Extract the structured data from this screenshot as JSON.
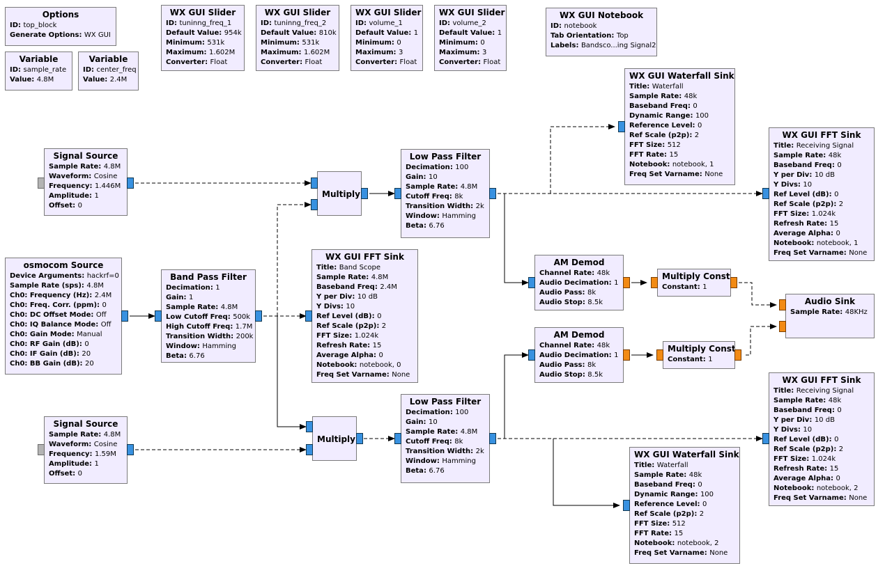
{
  "colors": {
    "block_fill": "#f1ecff",
    "block_border": "#7a7a7a",
    "port_complex": "#3891e0",
    "port_float": "#f28a14",
    "port_message": "#b3b3b3",
    "wire": "#000000"
  },
  "blocks": {
    "options": {
      "title": "Options",
      "params": [
        {
          "k": "ID",
          "v": "top_block"
        },
        {
          "k": "Generate Options",
          "v": "WX GUI"
        }
      ]
    },
    "var_sample_rate": {
      "title": "Variable",
      "params": [
        {
          "k": "ID",
          "v": "sample_rate"
        },
        {
          "k": "Value",
          "v": "4.8M"
        }
      ]
    },
    "var_center_freq": {
      "title": "Variable",
      "params": [
        {
          "k": "ID",
          "v": "center_freq"
        },
        {
          "k": "Value",
          "v": "2.4M"
        }
      ]
    },
    "slider_tuning1": {
      "title": "WX GUI Slider",
      "params": [
        {
          "k": "ID",
          "v": "tuninng_freq_1"
        },
        {
          "k": "Default Value",
          "v": "954k"
        },
        {
          "k": "Minimum",
          "v": "531k"
        },
        {
          "k": "Maximum",
          "v": "1.602M"
        },
        {
          "k": "Converter",
          "v": "Float"
        }
      ]
    },
    "slider_tuning2": {
      "title": "WX GUI Slider",
      "params": [
        {
          "k": "ID",
          "v": "tuninng_freq_2"
        },
        {
          "k": "Default Value",
          "v": "810k"
        },
        {
          "k": "Minimum",
          "v": "531k"
        },
        {
          "k": "Maximum",
          "v": "1.602M"
        },
        {
          "k": "Converter",
          "v": "Float"
        }
      ]
    },
    "slider_volume1": {
      "title": "WX GUI Slider",
      "params": [
        {
          "k": "ID",
          "v": "volume_1"
        },
        {
          "k": "Default Value",
          "v": "1"
        },
        {
          "k": "Minimum",
          "v": "0"
        },
        {
          "k": "Maximum",
          "v": "3"
        },
        {
          "k": "Converter",
          "v": "Float"
        }
      ]
    },
    "slider_volume2": {
      "title": "WX GUI Slider",
      "params": [
        {
          "k": "ID",
          "v": "volume_2"
        },
        {
          "k": "Default Value",
          "v": "1"
        },
        {
          "k": "Minimum",
          "v": "0"
        },
        {
          "k": "Maximum",
          "v": "3"
        },
        {
          "k": "Converter",
          "v": "Float"
        }
      ]
    },
    "notebook": {
      "title": "WX GUI Notebook",
      "params": [
        {
          "k": "ID",
          "v": "notebook"
        },
        {
          "k": "Tab Orientation",
          "v": "Top"
        },
        {
          "k": "Labels",
          "v": "Bandsco...ing Signal2"
        }
      ]
    },
    "signal_source_1": {
      "title": "Signal Source",
      "params": [
        {
          "k": "Sample Rate",
          "v": "4.8M"
        },
        {
          "k": "Waveform",
          "v": "Cosine"
        },
        {
          "k": "Frequency",
          "v": "1.446M"
        },
        {
          "k": "Amplitude",
          "v": "1"
        },
        {
          "k": "Offset",
          "v": "0"
        }
      ]
    },
    "signal_source_2": {
      "title": "Signal Source",
      "params": [
        {
          "k": "Sample Rate",
          "v": "4.8M"
        },
        {
          "k": "Waveform",
          "v": "Cosine"
        },
        {
          "k": "Frequency",
          "v": "1.59M"
        },
        {
          "k": "Amplitude",
          "v": "1"
        },
        {
          "k": "Offset",
          "v": "0"
        }
      ]
    },
    "osmocom_source": {
      "title": "osmocom Source",
      "params": [
        {
          "k": "Device Arguments",
          "v": "hackrf=0"
        },
        {
          "k": "Sample Rate (sps)",
          "v": "4.8M"
        },
        {
          "k": "Ch0: Frequency (Hz)",
          "v": "2.4M"
        },
        {
          "k": "Ch0: Freq. Corr. (ppm)",
          "v": "0"
        },
        {
          "k": "Ch0: DC Offset Mode",
          "v": "Off"
        },
        {
          "k": "Ch0: IQ Balance Mode",
          "v": "Off"
        },
        {
          "k": "Ch0: Gain Mode",
          "v": "Manual"
        },
        {
          "k": "Ch0: RF Gain (dB)",
          "v": "0"
        },
        {
          "k": "Ch0: IF Gain (dB)",
          "v": "20"
        },
        {
          "k": "Ch0: BB Gain (dB)",
          "v": "20"
        }
      ]
    },
    "band_pass_filter": {
      "title": "Band Pass Filter",
      "params": [
        {
          "k": "Decimation",
          "v": "1"
        },
        {
          "k": "Gain",
          "v": "1"
        },
        {
          "k": "Sample Rate",
          "v": "4.8M"
        },
        {
          "k": "Low Cutoff Freq",
          "v": "500k"
        },
        {
          "k": "High Cutoff Freq",
          "v": "1.7M"
        },
        {
          "k": "Transition Width",
          "v": "200k"
        },
        {
          "k": "Window",
          "v": "Hamming"
        },
        {
          "k": "Beta",
          "v": "6.76"
        }
      ]
    },
    "multiply_1": {
      "title": "Multiply",
      "params": []
    },
    "multiply_2": {
      "title": "Multiply",
      "params": []
    },
    "fft_band_scope": {
      "title": "WX GUI FFT Sink",
      "params": [
        {
          "k": "Title",
          "v": "Band Scope"
        },
        {
          "k": "Sample Rate",
          "v": "4.8M"
        },
        {
          "k": "Baseband Freq",
          "v": "2.4M"
        },
        {
          "k": "Y per Div",
          "v": "10 dB"
        },
        {
          "k": "Y Divs",
          "v": "10"
        },
        {
          "k": "Ref Level (dB)",
          "v": "0"
        },
        {
          "k": "Ref Scale (p2p)",
          "v": "2"
        },
        {
          "k": "FFT Size",
          "v": "1.024k"
        },
        {
          "k": "Refresh Rate",
          "v": "15"
        },
        {
          "k": "Average Alpha",
          "v": "0"
        },
        {
          "k": "Notebook",
          "v": "notebook, 0"
        },
        {
          "k": "Freq Set Varname",
          "v": "None"
        }
      ]
    },
    "lpf_1": {
      "title": "Low Pass Filter",
      "params": [
        {
          "k": "Decimation",
          "v": "100"
        },
        {
          "k": "Gain",
          "v": "10"
        },
        {
          "k": "Sample Rate",
          "v": "4.8M"
        },
        {
          "k": "Cutoff Freq",
          "v": "8k"
        },
        {
          "k": "Transition Width",
          "v": "2k"
        },
        {
          "k": "Window",
          "v": "Hamming"
        },
        {
          "k": "Beta",
          "v": "6.76"
        }
      ]
    },
    "lpf_2": {
      "title": "Low Pass Filter",
      "params": [
        {
          "k": "Decimation",
          "v": "100"
        },
        {
          "k": "Gain",
          "v": "10"
        },
        {
          "k": "Sample Rate",
          "v": "4.8M"
        },
        {
          "k": "Cutoff Freq",
          "v": "8k"
        },
        {
          "k": "Transition Width",
          "v": "2k"
        },
        {
          "k": "Window",
          "v": "Hamming"
        },
        {
          "k": "Beta",
          "v": "6.76"
        }
      ]
    },
    "waterfall_1": {
      "title": "WX GUI Waterfall Sink",
      "params": [
        {
          "k": "Title",
          "v": "Waterfall"
        },
        {
          "k": "Sample Rate",
          "v": "48k"
        },
        {
          "k": "Baseband Freq",
          "v": "0"
        },
        {
          "k": "Dynamic Range",
          "v": "100"
        },
        {
          "k": "Reference Level",
          "v": "0"
        },
        {
          "k": "Ref Scale (p2p)",
          "v": "2"
        },
        {
          "k": "FFT Size",
          "v": "512"
        },
        {
          "k": "FFT Rate",
          "v": "15"
        },
        {
          "k": "Notebook",
          "v": "notebook, 1"
        },
        {
          "k": "Freq Set Varname",
          "v": "None"
        }
      ]
    },
    "waterfall_2": {
      "title": "WX GUI Waterfall Sink",
      "params": [
        {
          "k": "Title",
          "v": "Waterfall"
        },
        {
          "k": "Sample Rate",
          "v": "48k"
        },
        {
          "k": "Baseband Freq",
          "v": "0"
        },
        {
          "k": "Dynamic Range",
          "v": "100"
        },
        {
          "k": "Reference Level",
          "v": "0"
        },
        {
          "k": "Ref Scale (p2p)",
          "v": "2"
        },
        {
          "k": "FFT Size",
          "v": "512"
        },
        {
          "k": "FFT Rate",
          "v": "15"
        },
        {
          "k": "Notebook",
          "v": "notebook, 2"
        },
        {
          "k": "Freq Set Varname",
          "v": "None"
        }
      ]
    },
    "fft_recv_1": {
      "title": "WX GUI FFT Sink",
      "params": [
        {
          "k": "Title",
          "v": "Receiving Signal"
        },
        {
          "k": "Sample Rate",
          "v": "48k"
        },
        {
          "k": "Baseband Freq",
          "v": "0"
        },
        {
          "k": "Y per Div",
          "v": "10 dB"
        },
        {
          "k": "Y Divs",
          "v": "10"
        },
        {
          "k": "Ref Level (dB)",
          "v": "0"
        },
        {
          "k": "Ref Scale (p2p)",
          "v": "2"
        },
        {
          "k": "FFT Size",
          "v": "1.024k"
        },
        {
          "k": "Refresh Rate",
          "v": "15"
        },
        {
          "k": "Average Alpha",
          "v": "0"
        },
        {
          "k": "Notebook",
          "v": "notebook, 1"
        },
        {
          "k": "Freq Set Varname",
          "v": "None"
        }
      ]
    },
    "fft_recv_2": {
      "title": "WX GUI FFT Sink",
      "params": [
        {
          "k": "Title",
          "v": "Receiving Signal"
        },
        {
          "k": "Sample Rate",
          "v": "48k"
        },
        {
          "k": "Baseband Freq",
          "v": "0"
        },
        {
          "k": "Y per Div",
          "v": "10 dB"
        },
        {
          "k": "Y Divs",
          "v": "10"
        },
        {
          "k": "Ref Level (dB)",
          "v": "0"
        },
        {
          "k": "Ref Scale (p2p)",
          "v": "2"
        },
        {
          "k": "FFT Size",
          "v": "1.024k"
        },
        {
          "k": "Refresh Rate",
          "v": "15"
        },
        {
          "k": "Average Alpha",
          "v": "0"
        },
        {
          "k": "Notebook",
          "v": "notebook, 2"
        },
        {
          "k": "Freq Set Varname",
          "v": "None"
        }
      ]
    },
    "am_demod_1": {
      "title": "AM Demod",
      "params": [
        {
          "k": "Channel Rate",
          "v": "48k"
        },
        {
          "k": "Audio Decimation",
          "v": "1"
        },
        {
          "k": "Audio Pass",
          "v": "8k"
        },
        {
          "k": "Audio Stop",
          "v": "8.5k"
        }
      ]
    },
    "am_demod_2": {
      "title": "AM Demod",
      "params": [
        {
          "k": "Channel Rate",
          "v": "48k"
        },
        {
          "k": "Audio Decimation",
          "v": "1"
        },
        {
          "k": "Audio Pass",
          "v": "8k"
        },
        {
          "k": "Audio Stop",
          "v": "8.5k"
        }
      ]
    },
    "mult_const_1": {
      "title": "Multiply Const",
      "params": [
        {
          "k": "Constant",
          "v": "1"
        }
      ]
    },
    "mult_const_2": {
      "title": "Multiply Const",
      "params": [
        {
          "k": "Constant",
          "v": "1"
        }
      ]
    },
    "audio_sink": {
      "title": "Audio Sink",
      "params": [
        {
          "k": "Sample Rate",
          "v": "48KHz"
        }
      ]
    }
  }
}
